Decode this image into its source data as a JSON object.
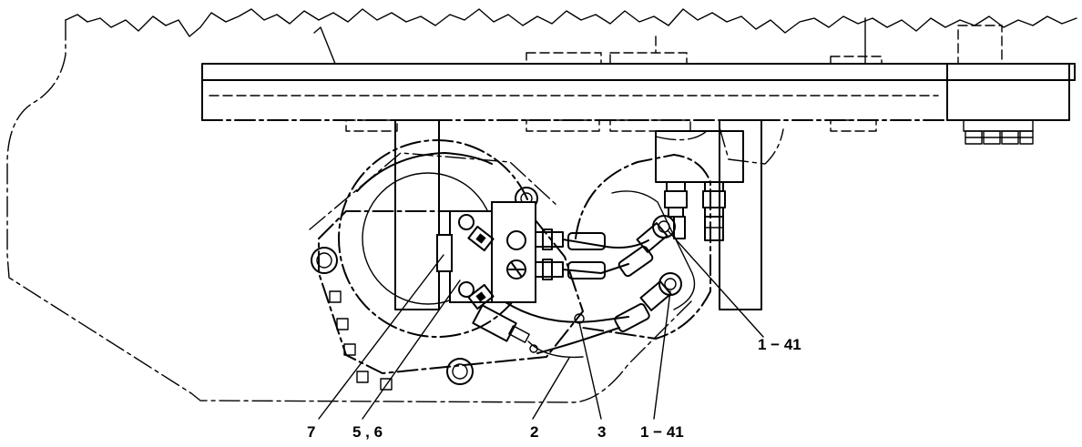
{
  "callouts": {
    "c1": "1 − 41",
    "c2": "1 − 41",
    "c3": "7",
    "c4": "5 , 6",
    "c5": "2",
    "c6": "3"
  },
  "colors": {
    "line": "#000000",
    "background": "#ffffff"
  }
}
